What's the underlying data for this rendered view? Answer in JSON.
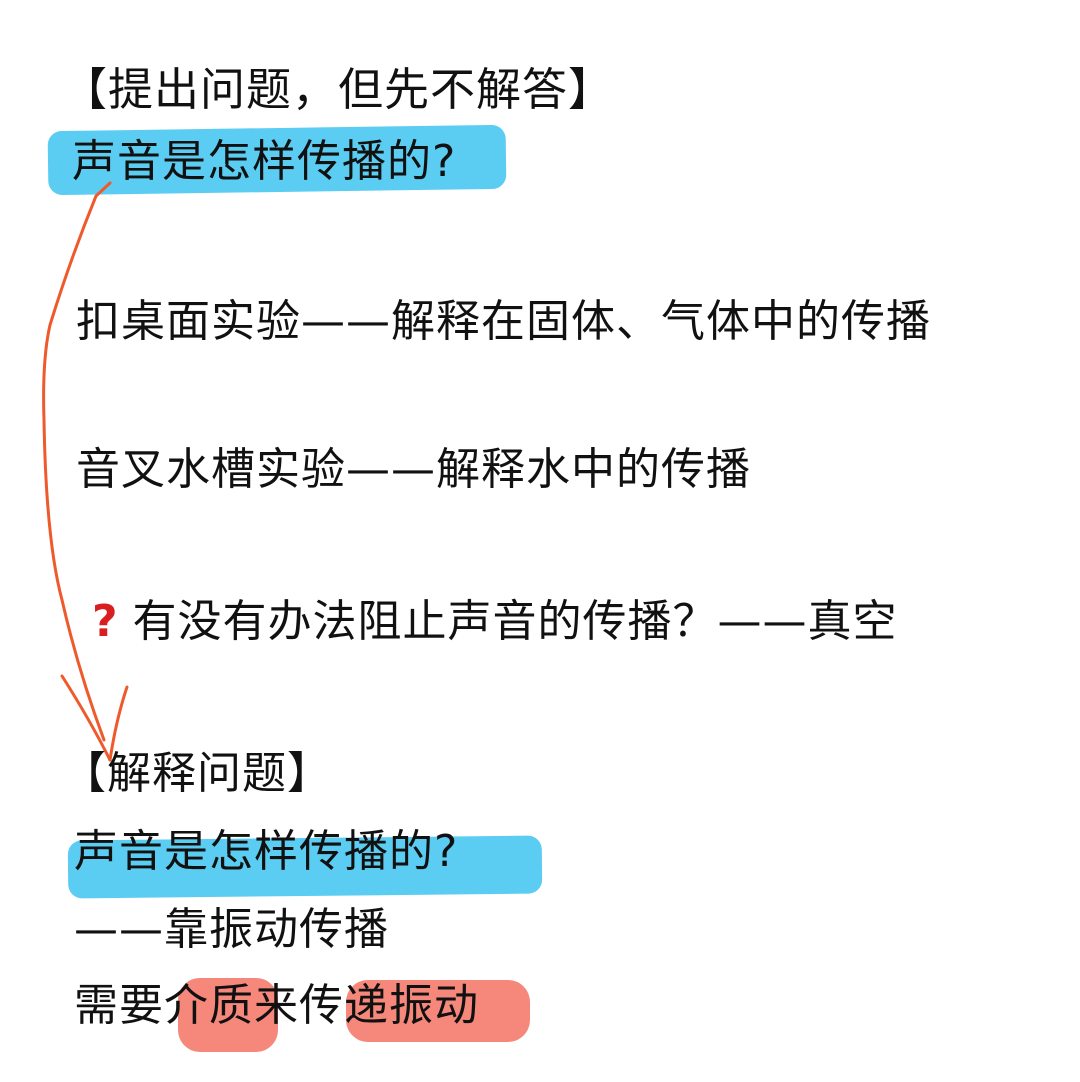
{
  "section1": {
    "heading": "【提出问题，但先不解答】",
    "question": "声音是怎样传播的?",
    "items": [
      "扣桌面实验——解释在固体、气体中的传播",
      "音叉水槽实验——解释水中的传播"
    ],
    "follow_up": {
      "icon": "red-question-mark-icon",
      "icon_glyph": "?",
      "text": "有没有办法阻止声音的传播？——真空"
    }
  },
  "section2": {
    "heading": "【解释问题】",
    "question": "声音是怎样传播的?",
    "answer": "——靠振动传播",
    "detail": {
      "prefix": "需要",
      "highlight1": "介质",
      "middle": "来",
      "plain_char": "传",
      "highlight2": "递振动"
    }
  },
  "colors": {
    "blue_highlight": "#5ccdf2",
    "pink_highlight": "#f5877b",
    "arrow": "#ef5a2c",
    "question_mark": "#d81e1e"
  }
}
